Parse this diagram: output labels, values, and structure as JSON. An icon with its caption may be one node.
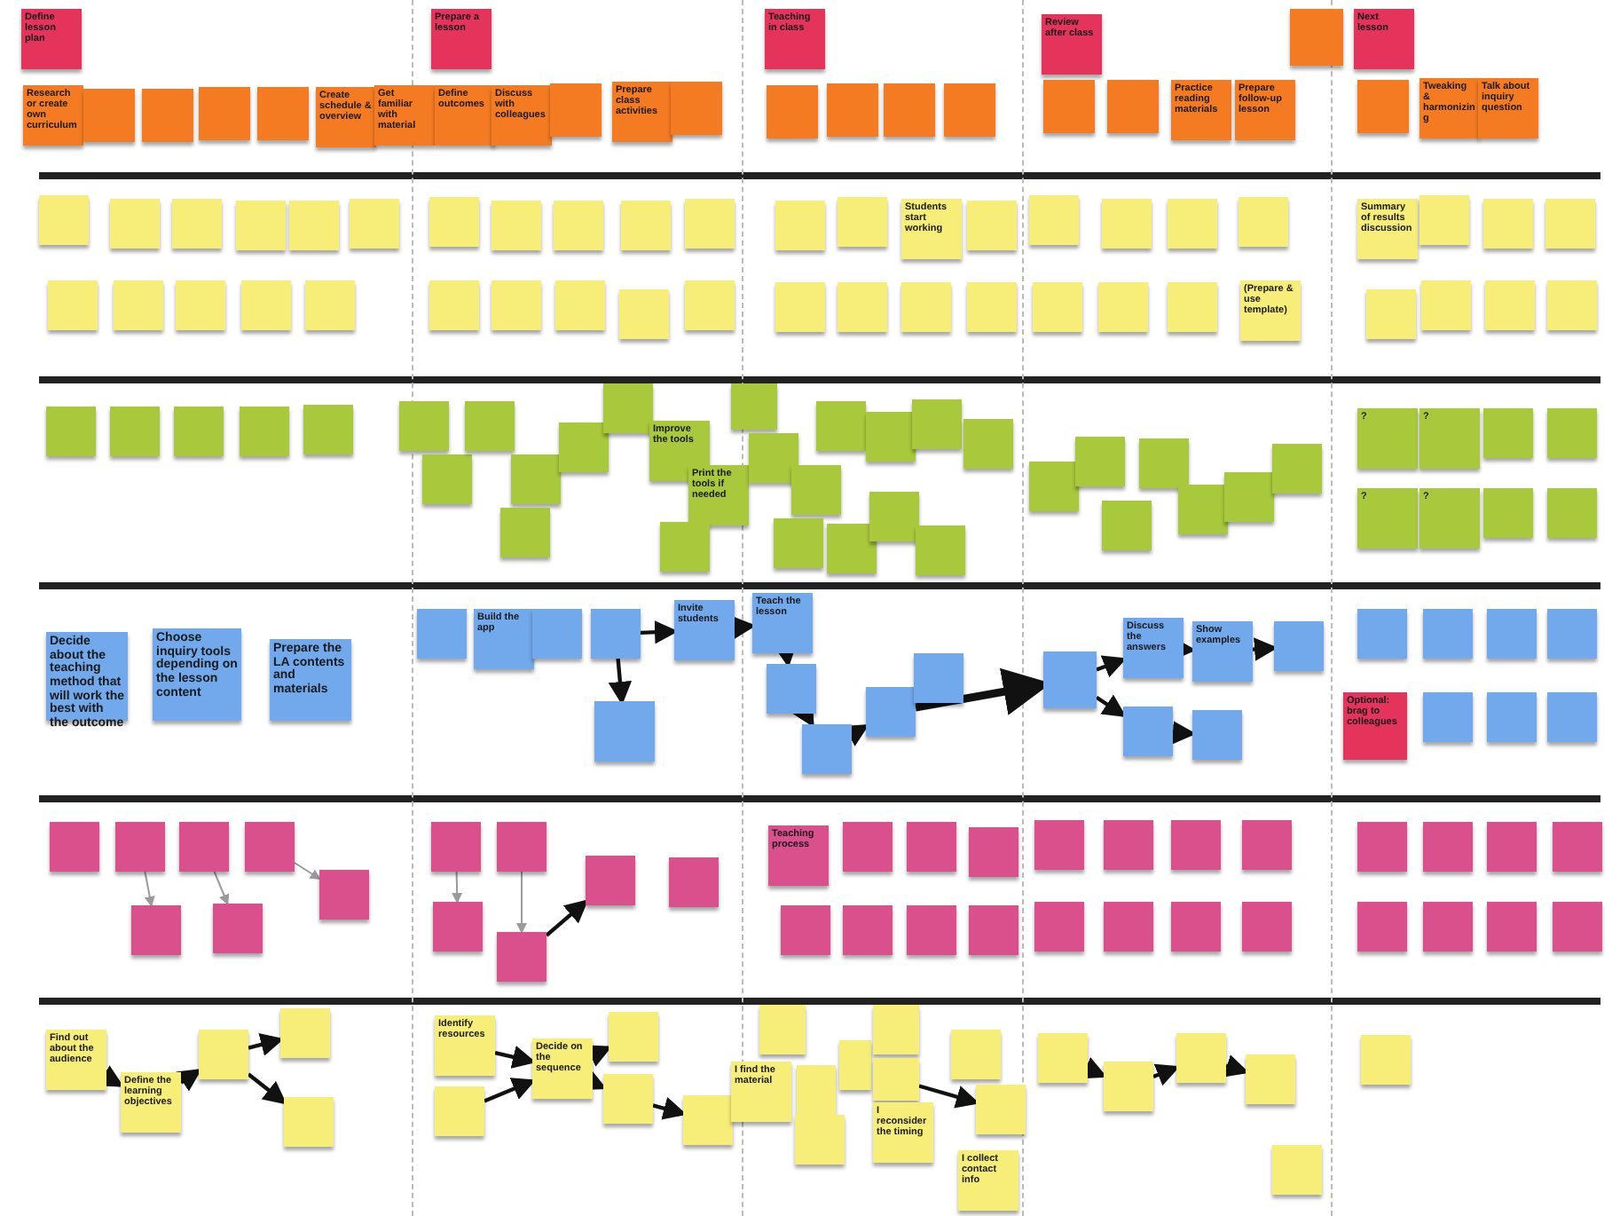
{
  "diagram": {
    "nodes": [
      {
        "text": [
          "Define lesson plan"
        ]
      },
      {
        "text": [
          "Prepare a lesson"
        ]
      },
      {
        "text": [
          "Teaching in class"
        ]
      },
      {
        "text": [
          "Review after class"
        ]
      },
      {
        "text": [],
        "shape": "box"
      },
      {
        "text": [
          "Next lesson"
        ]
      },
      {
        "text": [
          "Research or create own curriculum"
        ]
      },
      {
        "text": [],
        "shape": "box"
      },
      {
        "text": [],
        "shape": "box"
      },
      {
        "text": [],
        "shape": "box"
      },
      {
        "text": [],
        "shape": "box"
      },
      {
        "text": [
          "Create schedule & overview"
        ]
      },
      {
        "text": [
          "Get familiar with material"
        ]
      },
      {
        "text": [
          "Define outcomes"
        ]
      },
      {
        "text": [
          "Discuss with colleagues"
        ]
      },
      {
        "text": [],
        "shape": "box"
      },
      {
        "text": [
          "Prepare class activities"
        ]
      },
      {
        "text": [],
        "shape": "box"
      },
      {
        "text": [],
        "shape": "box"
      },
      {
        "text": [],
        "shape": "box"
      },
      {
        "text": [],
        "shape": "box"
      },
      {
        "text": [],
        "shape": "box"
      },
      {
        "text": [],
        "shape": "box"
      },
      {
        "text": [],
        "shape": "box"
      },
      {
        "text": [
          "Practice reading materials"
        ]
      },
      {
        "text": [
          "Prepare follow-up lesson"
        ]
      },
      {
        "text": [],
        "shape": "box"
      },
      {
        "text": [
          "Tweaking & harmonizing"
        ]
      },
      {
        "text": [
          "Talk about inquiry question"
        ]
      },
      {
        "text": [],
        "shape": "box"
      },
      {
        "text": [],
        "shape": "box"
      },
      {
        "text": [],
        "shape": "box"
      },
      {
        "text": [],
        "shape": "box"
      },
      {
        "text": [],
        "shape": "box"
      },
      {
        "text": [],
        "shape": "box"
      },
      {
        "text": [],
        "shape": "box"
      },
      {
        "text": [],
        "shape": "box"
      },
      {
        "text": [],
        "shape": "box"
      },
      {
        "text": [],
        "shape": "box"
      },
      {
        "text": [],
        "shape": "box"
      },
      {
        "text": [],
        "shape": "box"
      },
      {
        "text": [],
        "shape": "box"
      },
      {
        "text": [
          "Students start working"
        ]
      },
      {
        "text": [],
        "shape": "box"
      },
      {
        "text": [],
        "shape": "box"
      },
      {
        "text": [],
        "shape": "box"
      },
      {
        "text": [],
        "shape": "box"
      },
      {
        "text": [],
        "shape": "box"
      },
      {
        "text": [
          "Summary of results discussion"
        ]
      },
      {
        "text": [],
        "shape": "box"
      },
      {
        "text": [],
        "shape": "box"
      },
      {
        "text": [],
        "shape": "box"
      },
      {
        "text": [],
        "shape": "box"
      },
      {
        "text": [],
        "shape": "box"
      },
      {
        "text": [],
        "shape": "box"
      },
      {
        "text": [],
        "shape": "box"
      },
      {
        "text": [],
        "shape": "box"
      },
      {
        "text": [],
        "shape": "box"
      },
      {
        "text": [],
        "shape": "box"
      },
      {
        "text": [],
        "shape": "box"
      },
      {
        "text": [],
        "shape": "box"
      },
      {
        "text": [],
        "shape": "box"
      },
      {
        "text": [],
        "shape": "box"
      },
      {
        "text": [],
        "shape": "box"
      },
      {
        "text": [],
        "shape": "box"
      },
      {
        "text": [],
        "shape": "box"
      },
      {
        "text": [],
        "shape": "box"
      },
      {
        "text": [],
        "shape": "box"
      },
      {
        "text": [],
        "shape": "box"
      },
      {
        "text": [
          "(Prepare & use template)"
        ]
      },
      {
        "text": [],
        "shape": "box"
      },
      {
        "text": [],
        "shape": "box"
      },
      {
        "text": [],
        "shape": "box"
      },
      {
        "text": [],
        "shape": "box"
      },
      {
        "text": [],
        "shape": "box"
      },
      {
        "text": [],
        "shape": "box"
      },
      {
        "text": [],
        "shape": "box"
      },
      {
        "text": [],
        "shape": "box"
      },
      {
        "text": [],
        "shape": "box"
      },
      {
        "text": [],
        "shape": "box"
      },
      {
        "text": [],
        "shape": "box"
      },
      {
        "text": [],
        "shape": "box"
      },
      {
        "text": [],
        "shape": "box"
      },
      {
        "text": [],
        "shape": "box"
      },
      {
        "text": [],
        "shape": "box"
      },
      {
        "text": [],
        "shape": "box"
      },
      {
        "text": [
          "Improve the tools"
        ]
      },
      {
        "text": [
          "Print the tools if needed"
        ]
      },
      {
        "text": [],
        "shape": "box"
      },
      {
        "text": [],
        "shape": "box"
      },
      {
        "text": [],
        "shape": "box"
      },
      {
        "text": [],
        "shape": "box"
      },
      {
        "text": [],
        "shape": "box"
      },
      {
        "text": [],
        "shape": "box"
      },
      {
        "text": [],
        "shape": "box"
      },
      {
        "text": [],
        "shape": "box"
      },
      {
        "text": [],
        "shape": "box"
      },
      {
        "text": [],
        "shape": "box"
      },
      {
        "text": [],
        "shape": "box"
      },
      {
        "text": [],
        "shape": "box"
      },
      {
        "text": [],
        "shape": "box"
      },
      {
        "text": [],
        "shape": "box"
      },
      {
        "text": [],
        "shape": "box"
      },
      {
        "text": [],
        "shape": "box"
      },
      {
        "text": [],
        "shape": "box"
      },
      {
        "text": [],
        "shape": "box"
      },
      {
        "text": [],
        "shape": "box"
      },
      {
        "text": [
          "?"
        ]
      },
      {
        "text": [
          "?"
        ]
      },
      {
        "text": [],
        "shape": "box"
      },
      {
        "text": [],
        "shape": "box"
      },
      {
        "text": [
          "?"
        ]
      },
      {
        "text": [
          "?"
        ]
      },
      {
        "text": [],
        "shape": "box"
      },
      {
        "text": [],
        "shape": "box"
      },
      {
        "text": [
          "Decide about the teaching method that will work the best with the outcome"
        ]
      },
      {
        "text": [
          "Choose inquiry tools depending on the lesson content"
        ]
      },
      {
        "text": [
          "Prepare the LA contents and materials"
        ]
      },
      {
        "text": [],
        "shape": "box"
      },
      {
        "text": [
          "Build the app"
        ]
      },
      {
        "text": [],
        "shape": "box"
      },
      {
        "text": [],
        "shape": "box"
      },
      {
        "text": [
          "Invite students"
        ]
      },
      {
        "text": [],
        "shape": "box"
      },
      {
        "text": [
          "Teach the lesson"
        ]
      },
      {
        "text": [],
        "shape": "box"
      },
      {
        "text": [],
        "shape": "box"
      },
      {
        "text": [],
        "shape": "box"
      },
      {
        "text": [],
        "shape": "box"
      },
      {
        "text": [],
        "shape": "box"
      },
      {
        "text": [
          "Discuss the answers"
        ]
      },
      {
        "text": [
          "Show examples"
        ]
      },
      {
        "text": [],
        "shape": "box"
      },
      {
        "text": [],
        "shape": "box"
      },
      {
        "text": [],
        "shape": "box"
      },
      {
        "text": [],
        "shape": "box"
      },
      {
        "text": [],
        "shape": "box"
      },
      {
        "text": [],
        "shape": "box"
      },
      {
        "text": [],
        "shape": "box"
      },
      {
        "text": [
          "Optional: brag to colleagues"
        ]
      },
      {
        "text": [],
        "shape": "box"
      },
      {
        "text": [],
        "shape": "box"
      },
      {
        "text": [],
        "shape": "box"
      },
      {
        "text": [],
        "shape": "box"
      },
      {
        "text": [],
        "shape": "box"
      },
      {
        "text": [],
        "shape": "box"
      },
      {
        "text": [],
        "shape": "box"
      },
      {
        "text": [],
        "shape": "box"
      },
      {
        "text": [],
        "shape": "box"
      },
      {
        "text": [],
        "shape": "box"
      },
      {
        "text": [],
        "shape": "box"
      },
      {
        "text": [],
        "shape": "box"
      },
      {
        "text": [],
        "shape": "box"
      },
      {
        "text": [],
        "shape": "box"
      },
      {
        "text": [],
        "shape": "box"
      },
      {
        "text": [],
        "shape": "box"
      },
      {
        "text": [
          "Teaching process"
        ]
      },
      {
        "text": [],
        "shape": "box"
      },
      {
        "text": [],
        "shape": "box"
      },
      {
        "text": [],
        "shape": "box"
      },
      {
        "text": [],
        "shape": "box"
      },
      {
        "text": [],
        "shape": "box"
      },
      {
        "text": [],
        "shape": "box"
      },
      {
        "text": [],
        "shape": "box"
      },
      {
        "text": [],
        "shape": "box"
      },
      {
        "text": [],
        "shape": "box"
      },
      {
        "text": [],
        "shape": "box"
      },
      {
        "text": [],
        "shape": "box"
      },
      {
        "text": [],
        "shape": "box"
      },
      {
        "text": [],
        "shape": "box"
      },
      {
        "text": [],
        "shape": "box"
      },
      {
        "text": [],
        "shape": "box"
      },
      {
        "text": [],
        "shape": "box"
      },
      {
        "text": [],
        "shape": "box"
      },
      {
        "text": [],
        "shape": "box"
      },
      {
        "text": [],
        "shape": "box"
      },
      {
        "text": [],
        "shape": "box"
      },
      {
        "text": [],
        "shape": "box"
      },
      {
        "text": [],
        "shape": "box"
      },
      {
        "text": [],
        "shape": "box"
      },
      {
        "text": [
          "Find out about the audience"
        ]
      },
      {
        "text": [
          "Define the learning objectives"
        ]
      },
      {
        "text": [],
        "shape": "box"
      },
      {
        "text": [],
        "shape": "box"
      },
      {
        "text": [],
        "shape": "box"
      },
      {
        "text": [
          "Identify resources"
        ]
      },
      {
        "text": [],
        "shape": "box"
      },
      {
        "text": [
          "Decide on the sequence"
        ]
      },
      {
        "text": [],
        "shape": "box"
      },
      {
        "text": [],
        "shape": "box"
      },
      {
        "text": [],
        "shape": "box"
      },
      {
        "text": [],
        "shape": "box"
      },
      {
        "text": [
          "I find the material"
        ]
      },
      {
        "text": [],
        "shape": "box"
      },
      {
        "text": [],
        "shape": "box"
      },
      {
        "text": [],
        "shape": "box"
      },
      {
        "text": [],
        "shape": "box"
      },
      {
        "text": [
          "I reconsider the timing"
        ]
      },
      {
        "text": [],
        "shape": "box"
      },
      {
        "text": [],
        "shape": "box"
      },
      {
        "text": [],
        "shape": "box"
      },
      {
        "text": [
          "I collect contact info"
        ]
      },
      {
        "text": [],
        "shape": "box"
      },
      {
        "text": [],
        "shape": "box"
      },
      {
        "text": [],
        "shape": "box"
      },
      {
        "text": [],
        "shape": "box"
      },
      {
        "text": [],
        "shape": "box"
      },
      {
        "text": [],
        "shape": "box"
      }
    ],
    "edges": [
      {
        "from": 121,
        "to": 122,
        "arrow": "to"
      },
      {
        "from": 121,
        "to": 123,
        "arrow": "to"
      },
      {
        "from": 122,
        "to": 124,
        "arrow": "to"
      },
      {
        "from": 124,
        "to": 125,
        "arrow": "to"
      },
      {
        "from": 125,
        "to": 126,
        "arrow": "to"
      },
      {
        "from": 126,
        "to": 127,
        "arrow": "to"
      },
      {
        "from": 127,
        "to": 129,
        "arrow": "to",
        "style": "thick"
      },
      {
        "from": 129,
        "to": 130,
        "arrow": "to"
      },
      {
        "from": 129,
        "to": 133,
        "arrow": "to"
      },
      {
        "from": 130,
        "to": 131,
        "arrow": "to"
      },
      {
        "from": 131,
        "to": 132,
        "arrow": "to"
      },
      {
        "from": 133,
        "to": 134,
        "arrow": "to"
      },
      {
        "from": 144,
        "to": 148,
        "arrow": "to",
        "color": "#9a9a9a"
      },
      {
        "from": 145,
        "to": 149,
        "arrow": "to",
        "color": "#9a9a9a"
      },
      {
        "from": 146,
        "to": 147,
        "arrow": "to",
        "color": "#9a9a9a"
      },
      {
        "from": 150,
        "to": 154,
        "arrow": "to",
        "color": "#9a9a9a"
      },
      {
        "from": 151,
        "to": 155,
        "arrow": "to",
        "color": "#9a9a9a"
      },
      {
        "from": 155,
        "to": 152,
        "arrow": "to"
      },
      {
        "from": 180,
        "to": 181,
        "arrow": "to"
      },
      {
        "from": 181,
        "to": 182,
        "arrow": "to"
      },
      {
        "from": 182,
        "to": 183,
        "arrow": "to"
      },
      {
        "from": 182,
        "to": 184,
        "arrow": "to"
      },
      {
        "from": 185,
        "to": 187,
        "arrow": "to"
      },
      {
        "from": 186,
        "to": 187,
        "arrow": "to"
      },
      {
        "from": 187,
        "to": 188,
        "arrow": "to"
      },
      {
        "from": 187,
        "to": 189,
        "arrow": "to"
      },
      {
        "from": 189,
        "to": 190,
        "arrow": "to"
      },
      {
        "from": 196,
        "to": 200,
        "arrow": "to"
      },
      {
        "from": 202,
        "to": 203,
        "arrow": "to"
      },
      {
        "from": 203,
        "to": 204,
        "arrow": "to"
      },
      {
        "from": 204,
        "to": 205,
        "arrow": "to"
      }
    ]
  }
}
